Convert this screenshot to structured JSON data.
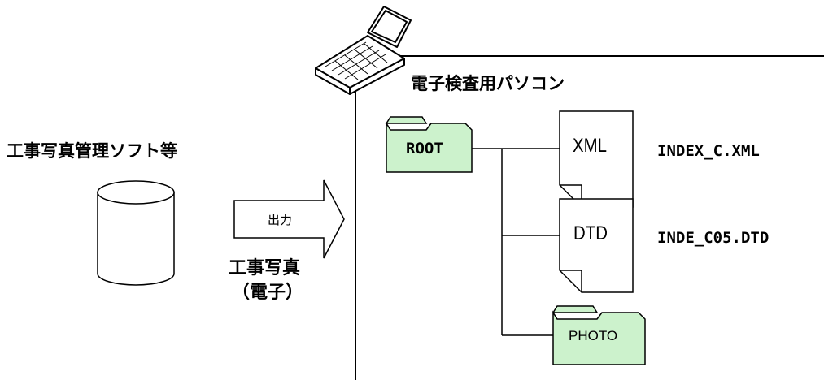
{
  "software": {
    "label": "工事写真管理ソフト等"
  },
  "arrow": {
    "label": "出力"
  },
  "photos": {
    "line1": "工事写真",
    "line2": "（電子）"
  },
  "pc": {
    "label": "電子検査用パソコン"
  },
  "tree": {
    "root": {
      "label": "ROOT"
    },
    "xml": {
      "label": "XML",
      "filename": "INDEX_C.XML"
    },
    "dtd": {
      "label": "DTD",
      "filename": "INDE_C05.DTD"
    },
    "photo": {
      "label": "PHOTO"
    }
  },
  "colors": {
    "folder_fill": "#ccf2cc",
    "line": "#000000",
    "background": "#ffffff"
  }
}
